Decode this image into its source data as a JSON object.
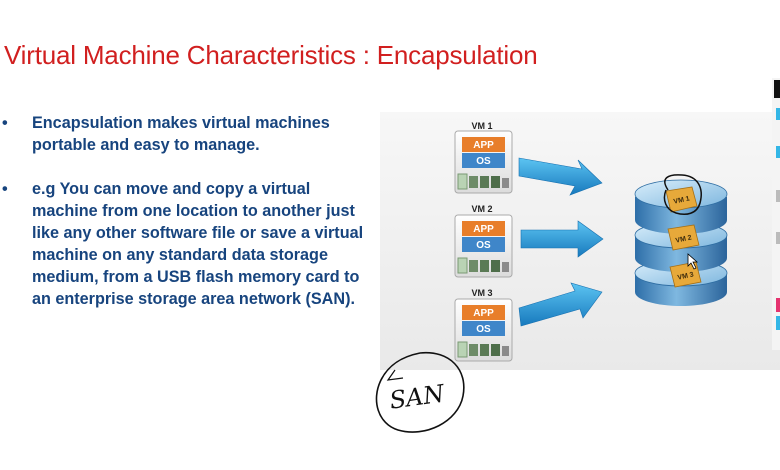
{
  "slide": {
    "title": "Virtual Machine Characteristics : Encapsulation",
    "bullets": [
      "Encapsulation makes virtual machines portable and easy to manage.",
      "e.g You can move and copy a virtual machine from one location to another just like any other software file or save a virtual machine on any standard data storage medium, from a USB flash memory card to an enterprise storage area network (SAN)."
    ],
    "bullet_marker": "•"
  },
  "diagram": {
    "vms": [
      {
        "label": "VM 1",
        "app": "APP",
        "os": "OS"
      },
      {
        "label": "VM 2",
        "app": "APP",
        "os": "OS"
      },
      {
        "label": "VM 3",
        "app": "APP",
        "os": "OS"
      }
    ],
    "storage_files": [
      "VM 1",
      "VM 2",
      "VM 3"
    ],
    "annotation": "SAN"
  },
  "colors": {
    "title": "#d11f1f",
    "bullet_text": "#17447e",
    "app_box": "#e87e2a",
    "os_box": "#3f86c9",
    "arrow": "#1e8fd0",
    "disk_top": "#9ccbe8",
    "disk_side": "#3a86c4",
    "folder": "#e7a93a"
  }
}
